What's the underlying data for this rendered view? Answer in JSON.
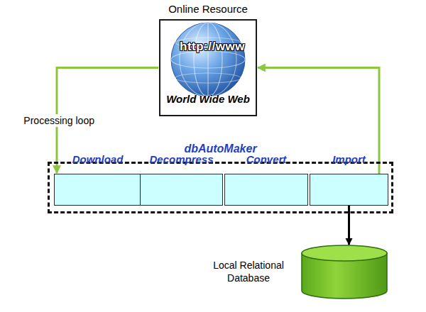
{
  "diagram": {
    "nodes": [
      {
        "text": [
          "Online Resource",
          "World Wide Web"
        ]
      },
      {
        "text": [
          "dbAutoMaker"
        ]
      },
      {
        "text": [
          "Download"
        ],
        "in": 1
      },
      {
        "text": [
          "Decompress"
        ],
        "in": 1
      },
      {
        "text": [
          "Convert"
        ],
        "in": 1
      },
      {
        "text": [
          "Import"
        ],
        "in": 1
      },
      {
        "text": [
          "Local Relational Database"
        ]
      }
    ],
    "edges": [
      {
        "from": 5,
        "to": 0,
        "arrow": "to"
      },
      {
        "from": 0,
        "to": 2,
        "label": "Processing loop",
        "arrow": "to"
      },
      {
        "from": 5,
        "to": 6,
        "arrow": "to"
      }
    ],
    "labels": [
      "http://www"
    ]
  }
}
